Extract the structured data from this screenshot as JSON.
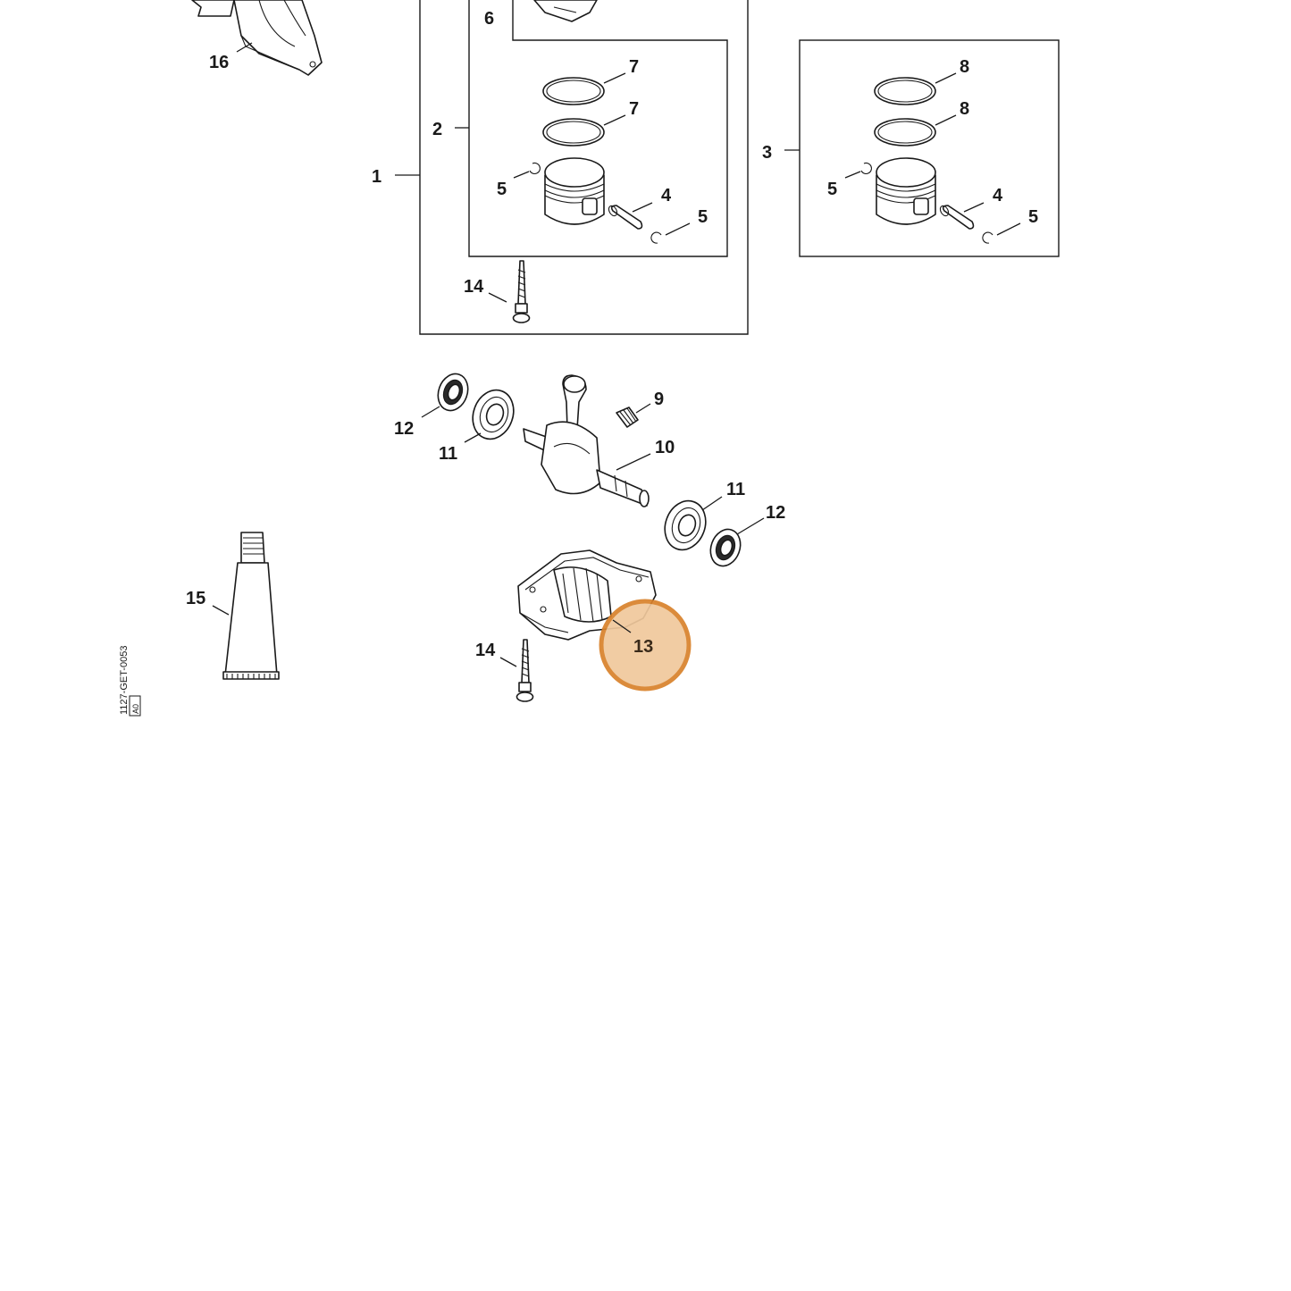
{
  "callouts": {
    "c1": "1",
    "c2": "2",
    "c3": "3",
    "c4a": "4",
    "c4b": "4",
    "c5a": "5",
    "c5b": "5",
    "c5c": "5",
    "c5d": "5",
    "c6": "6",
    "c7a": "7",
    "c7b": "7",
    "c8a": "8",
    "c8b": "8",
    "c9": "9",
    "c10": "10",
    "c11a": "11",
    "c11b": "11",
    "c12a": "12",
    "c12b": "12",
    "c13": "13",
    "c14a": "14",
    "c14b": "14",
    "c15": "15",
    "c16": "16"
  },
  "highlight": {
    "selected_part": "13",
    "fill_color": "#f0c89c",
    "ring_color": "#d9822b"
  },
  "drawing_code": {
    "code": "1127-GET-0053",
    "tag": "A0"
  }
}
